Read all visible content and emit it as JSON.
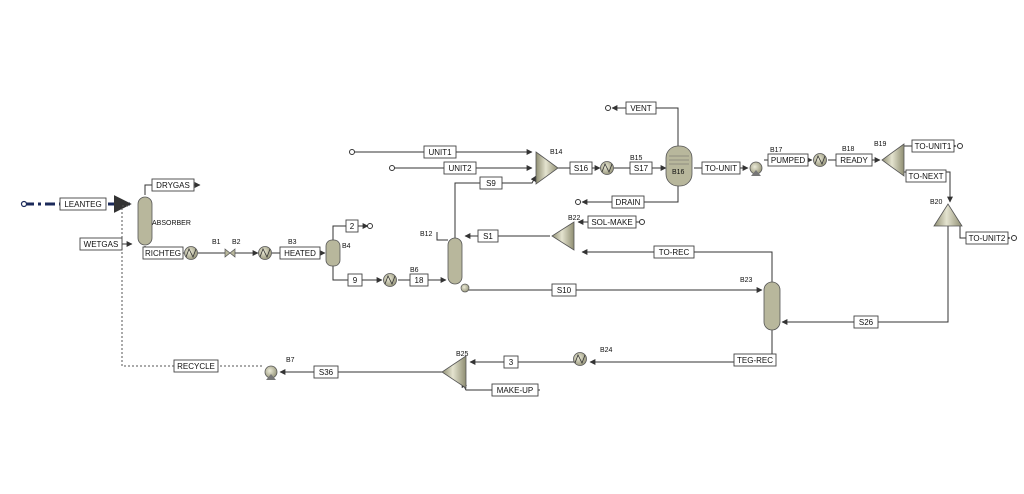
{
  "streams": {
    "leanteg": "LEANTEG",
    "wetgas": "WETGAS",
    "drygas": "DRYGAS",
    "richteg": "RICHTEG",
    "heated": "HEATED",
    "s2": "2",
    "s9": "9",
    "s18": "18",
    "unit1": "UNIT1",
    "unit2": "UNIT2",
    "s9b": "S9",
    "s1": "S1",
    "s16": "S16",
    "s17": "S17",
    "vent": "VENT",
    "drain": "DRAIN",
    "to_unit": "TO-UNIT",
    "pumped": "PUMPED",
    "ready": "READY",
    "to_unit1": "TO-UNIT1",
    "to_next": "TO-NEXT",
    "to_unit2": "TO-UNIT2",
    "sol_make": "SOL-MAKE",
    "to_rec": "TO-REC",
    "s10": "S10",
    "s26": "S26",
    "teg_rec": "TEG-REC",
    "s3": "3",
    "make_up": "MAKE-UP",
    "s36": "S36",
    "recycle": "RECYCLE"
  },
  "blocks": {
    "absorber": "ABSORBER",
    "b1": "B1",
    "b2": "B2",
    "b3": "B3",
    "b4": "B4",
    "b6": "B6",
    "b12": "B12",
    "b14": "B14",
    "b15": "B15",
    "b16": "B16",
    "b17": "B17",
    "b18": "B18",
    "b19": "B19",
    "b20": "B20",
    "b22": "B22",
    "b23": "B23",
    "b24": "B24",
    "b25": "B25",
    "b7": "B7"
  },
  "colors": {
    "equipment": "#b8b79c",
    "line": "#333333",
    "leanteg_line": "#1b2a5a"
  }
}
